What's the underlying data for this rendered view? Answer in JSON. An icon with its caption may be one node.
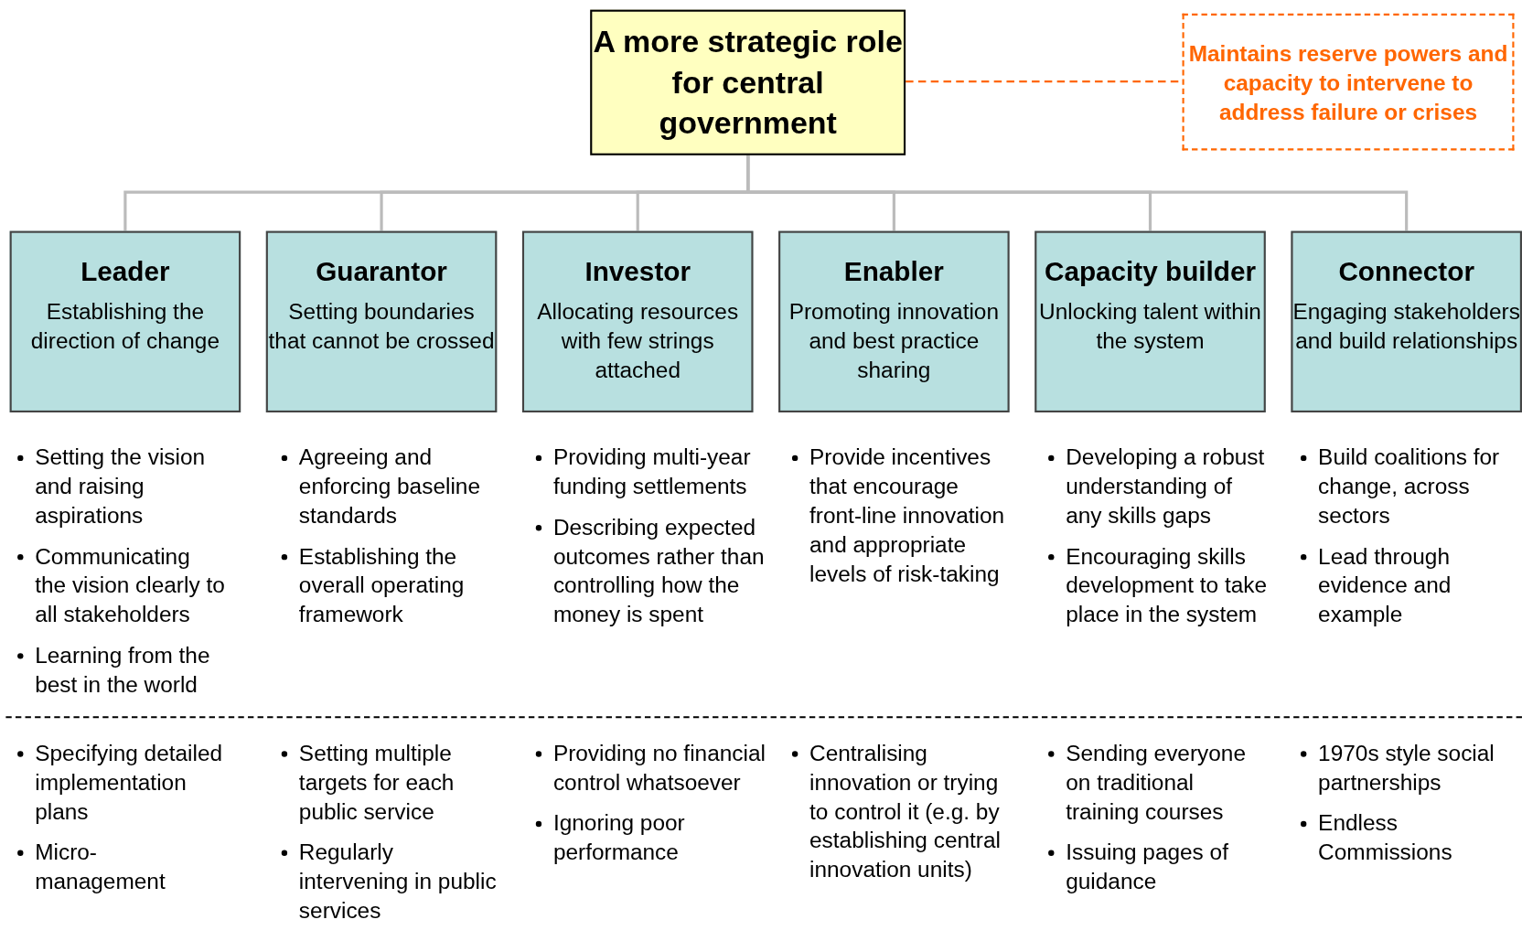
{
  "diagram": {
    "nodes": [
      {
        "text": [
          "A more strategic role for central government"
        ]
      },
      {
        "text": [
          "Maintains reserve powers and capacity to intervene to address failure or crises"
        ]
      },
      {
        "text": [
          "Leader",
          "Establishing the direction of change"
        ]
      },
      {
        "text": [
          "Guarantor",
          "Setting boundaries that cannot be crossed"
        ]
      },
      {
        "text": [
          "Investor",
          "Allocating resources with few strings attached"
        ]
      },
      {
        "text": [
          "Enabler",
          "Promoting innovation and best practice sharing"
        ]
      },
      {
        "text": [
          "Capacity builder",
          "Unlocking talent within the system"
        ]
      },
      {
        "text": [
          "Connector",
          "Engaging stakeholders and build relationships"
        ]
      }
    ],
    "edges": [
      {
        "from": 0,
        "to": 1,
        "arrow": "none",
        "style": "dashed",
        "color": "#ff6600"
      },
      {
        "from": 0,
        "to": 2,
        "arrow": "none"
      },
      {
        "from": 0,
        "to": 3,
        "arrow": "none"
      },
      {
        "from": 0,
        "to": 4,
        "arrow": "none"
      },
      {
        "from": 0,
        "to": 5,
        "arrow": "none"
      },
      {
        "from": 0,
        "to": 6,
        "arrow": "none"
      },
      {
        "from": 0,
        "to": 7,
        "arrow": "none"
      }
    ],
    "labels": [
      "Setting the vision and raising aspirations",
      "Communicating the vision clearly to all stakeholders",
      "Learning from the best in the world",
      "Agreeing and enforcing baseline standards",
      "Establishing the overall operating framework",
      "Providing multi-year funding settlements",
      "Describing expected outcomes rather than controlling how the money is spent",
      "Provide incentives that encourage front-line innovation and appropriate levels of risk-taking",
      "Developing a robust understanding of any skills gaps",
      "Encouraging skills development to take place in the system",
      "Build coalitions for change, across sectors",
      "Lead through evidence and example",
      "Specifying detailed implementation plans",
      "Micro-management",
      "Setting multiple targets for each public service",
      "Regularly intervening in public services",
      "Providing no financial control whatsoever",
      "Ignoring poor performance",
      "Centralising innovation or trying to control it (e.g. by establishing central innovation units)",
      "Sending everyone on traditional training courses",
      "Issuing pages of guidance",
      "1970s style social partnerships",
      "Endless Commissions"
    ]
  }
}
